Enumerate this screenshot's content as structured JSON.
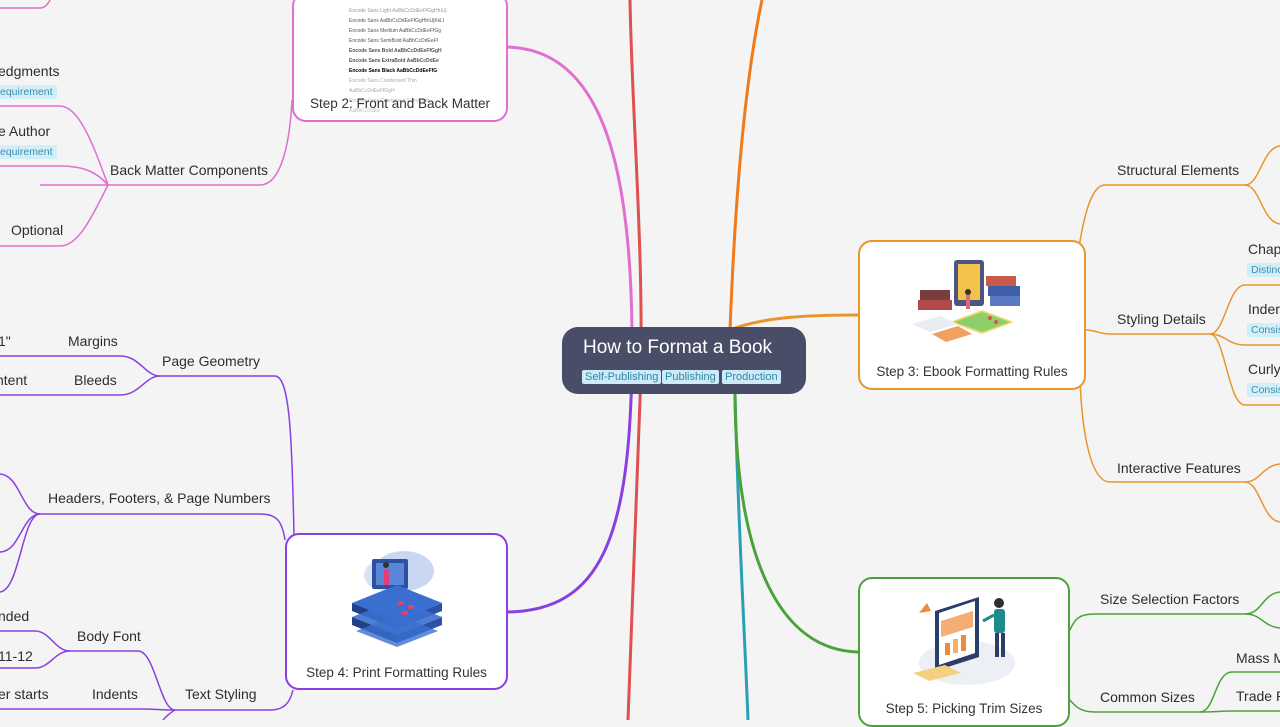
{
  "colors": {
    "background": "#f4f4f5",
    "root": "#4a4d68",
    "step2_branch": "#e06fd0",
    "step3_branch": "#e8962c",
    "step4_branch": "#8b3fe0",
    "step5_branch": "#4aa33a",
    "trunk_red": "#e05050",
    "trunk_orange": "#f07a1a",
    "trunk_teal": "#2aa0b8"
  },
  "root": {
    "title": "How to Format a Book",
    "tags": [
      "Self-Publishing",
      "Publishing",
      "Production"
    ]
  },
  "step2": {
    "caption": "Step 2: Front and Back Matter",
    "font_specimen": [
      "Encode Sans Light AaBbCcDdEeFfGgHhIiJj",
      "Encode Sans AaBbCcDdEeFfGgHhIiJjKkLl",
      "Encode Sans Medium AaBbCcDdEeFfGg",
      "Encode Sans SemiBold AaBbCcDdEeFf",
      "Encode Sans Bold AaBbCcDdEeFfGgH",
      "Encode Sans ExtraBold AaBbCcDdEe",
      "Encode Sans Black AaBbCcDdEeFfG",
      "Encode Sans Condensed Thin AaBbCcDdEeFfGgH",
      "Encode Sans Condensed ExtraLight AaBbCcDdEe"
    ],
    "back_matter": "Back Matter Components",
    "items": [
      "edgments",
      "e Author",
      "Optional"
    ],
    "tags": [
      "equirement",
      "equirement"
    ]
  },
  "step3": {
    "caption": "Step 3: Ebook Formatting Rules",
    "icon": "books-tablet-illustration",
    "structural": "Structural Elements",
    "styling": "Styling Details",
    "interactive": "Interactive Features",
    "sub": [
      "Chapt",
      "Inder",
      "Curly"
    ],
    "tags": [
      "Distinc",
      "Consis",
      "Consis"
    ]
  },
  "step4": {
    "caption": "Step 4: Print Formatting Rules",
    "icon": "server-stack-illustration",
    "page_geometry": "Page Geometry",
    "margins": "Margins",
    "bleeds": "Bleeds",
    "margins_detail": "1\"",
    "bleeds_detail": "ntent",
    "headers": "Headers, Footers, & Page Numbers",
    "body_font": "Body Font",
    "body_font_a": "nded",
    "body_font_b": "11-12",
    "indents": "Indents",
    "indents_detail": "er starts",
    "text_styling": "Text Styling"
  },
  "step5": {
    "caption": "Step 5: Picking Trim Sizes",
    "icon": "presentation-board-illustration",
    "size_selection": "Size Selection Factors",
    "common_sizes": "Common Sizes",
    "sizes": [
      "Mass Ma",
      "Trade P"
    ]
  }
}
